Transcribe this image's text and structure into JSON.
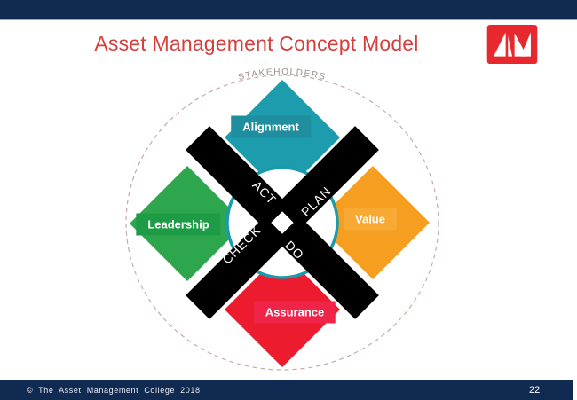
{
  "header": {
    "title": "Asset Management Concept Model",
    "logo_name": "asset-management-college-logo"
  },
  "diagram": {
    "stakeholders_label": "STAKEHOLDERS",
    "quadrants": [
      {
        "label": "Alignment",
        "position": "top",
        "color": "#1C9CAC",
        "badge_color": "#1F8E9F"
      },
      {
        "label": "Value",
        "position": "right",
        "color": "#F59E20",
        "badge_color": "#F7A933"
      },
      {
        "label": "Assurance",
        "position": "bottom",
        "color": "#EC1B2D",
        "badge_color": "#F02349"
      },
      {
        "label": "Leadership",
        "position": "left",
        "color": "#2DA64E",
        "badge_color": "#1E9C45"
      }
    ],
    "pdca_cycle": [
      {
        "label": "ACT",
        "position": "upper-left"
      },
      {
        "label": "PLAN",
        "position": "upper-right"
      },
      {
        "label": "CHECK",
        "position": "lower-left"
      },
      {
        "label": "DO",
        "position": "lower-right"
      }
    ]
  },
  "footer": {
    "copyright": "© The Asset Management College 2018",
    "page_number": "22"
  },
  "colors": {
    "navy": "#112A52",
    "title_red": "#D5403E",
    "logo_red": "#E8282F",
    "ring_teal": "#1A9BAB",
    "cross_black": "#000000",
    "dashed_circle": "#CBA9A9",
    "stakeholders_text": "#998C8C"
  }
}
